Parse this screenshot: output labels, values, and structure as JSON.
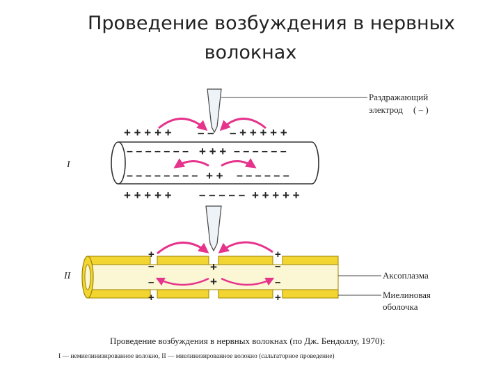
{
  "slide": {
    "title_line1": "Проведение возбуждения в нервных",
    "title_line2": "волокнах"
  },
  "diagram": {
    "electrode_label_line1": "Раздражающий",
    "electrode_label_line2": "электрод",
    "electrode_sign": "( – )",
    "fiber1_label": "I",
    "fiber2_label": "II",
    "axoplasm_label": "Аксоплазма",
    "myelin_label_line1": "Миелиновая",
    "myelin_label_line2": "оболочка",
    "caption_line1": "Проведение возбуждения в нервных волокнах (по Дж. Бендоллу, 1970):",
    "caption_line2": "I — немиелинизированное волокно, II — миелинизированное волокно (сальтаторное проведение)",
    "colors": {
      "arrow": "#e6338c",
      "myelin": "#f2d530",
      "myelin_dark": "#c9a800",
      "axoplasm": "#fbf6d4"
    }
  }
}
